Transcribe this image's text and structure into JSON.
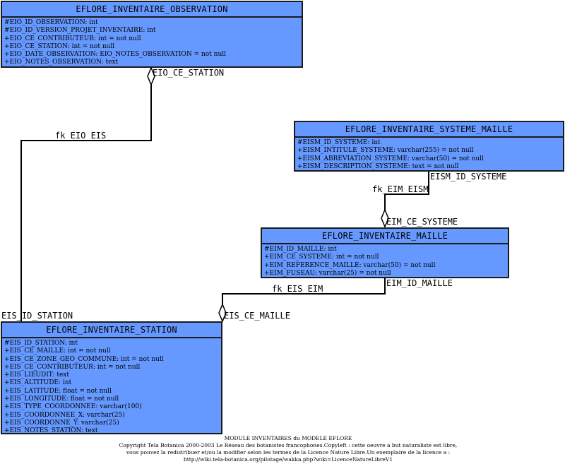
{
  "entities": {
    "observation": {
      "title": "EFLORE_INVENTAIRE_OBSERVATION",
      "attributes": [
        "#EIO_ID_OBSERVATION: int",
        "#EIO_ID_VERSION_PROJET_INVENTAIRE: int",
        "+EIO_CE_CONTRIBUTEUR: int = not null",
        "+EIO_CE_STATION: int = not null",
        "+EIO_DATE_OBSERVATION: EIO_NOTES_OBSERVATION = not null",
        "+EIO_NOTES_OBSERVATION: text"
      ]
    },
    "systeme_maille": {
      "title": "EFLORE_INVENTAIRE_SYSTEME_MAILLE",
      "attributes": [
        "#EISM_ID_SYSTEME: int",
        "+EISM_INTITULE_SYSTEME: varchar(255) = not null",
        "+EISM_ABREVIATION_SYSTEME: varchar(50) = not null",
        "+EISM_DESCRIPTION_SYSTEME: text = not null"
      ]
    },
    "maille": {
      "title": "EFLORE_INVENTAIRE_MAILLE",
      "attributes": [
        "#EIM_ID_MAILLE: int",
        "+EIM_CE_SYSTEME: int = not null",
        "+EIM_REFERENCE_MAILLE: varchar(50) = not null",
        "+EIM_FUSEAU: varchar(25) = not null"
      ]
    },
    "station": {
      "title": "EFLORE_INVENTAIRE_STATION",
      "attributes": [
        "#EIS_ID_STATION: int",
        "+EIS_CE_MAILLE: int = not null",
        "+EIS_CE_ZONE_GEO_COMMUNE: int = not null",
        "+EIS_CE_CONTRIBUTEUR: int = not null",
        "+EIS_LIEUDIT: text",
        "+EIS_ALTITUDE: int",
        "+EIS_LATITUDE: float = not null",
        "+EIS_LONGITUDE: float = not null",
        "+EIS_TYPE_COORDONNEE: varchar(100)",
        "+EIS_COORDONNEE_X: varchar(25)",
        "+EIS_COORDONNE_Y: varchar(25)",
        "+EIS_NOTES_STATION: text"
      ]
    }
  },
  "relations": {
    "fk_eio_eis": {
      "name": "fk_EIO_EIS",
      "source_label": "EIO_CE_STATION",
      "target_label": "EIS_ID_STATION"
    },
    "fk_eim_eism": {
      "name": "fk_EIM_EISM",
      "source_label": "EIM_CE_SYSTEME",
      "target_label": "EISM_ID_SYSTEME"
    },
    "fk_eis_eim": {
      "name": "fk_EIS_EIM",
      "source_label": "EIS_CE_MAILLE",
      "target_label": "EIM_ID_MAILLE"
    }
  },
  "footer": {
    "lines": [
      "MODULE INVENTAIRES du MODELE EFLORE",
      "Copyright Tela Botanica 2000-2003 Le Réseau des botanistes francophones.Copyleft : cette oeuvre a but naturaliste est libre,",
      "vous pouvez la redistribuer et/ou la modifier selon les termes de la Licence Nature Libre.Un exemplaire de la licence a :",
      "http://wiki.tela-botanica.org/pilotage/wakka.php?wiki=LicenceNatureLibreV1"
    ]
  },
  "colors": {
    "entity_fill": "#6699ff",
    "border": "#1a1a1a"
  }
}
